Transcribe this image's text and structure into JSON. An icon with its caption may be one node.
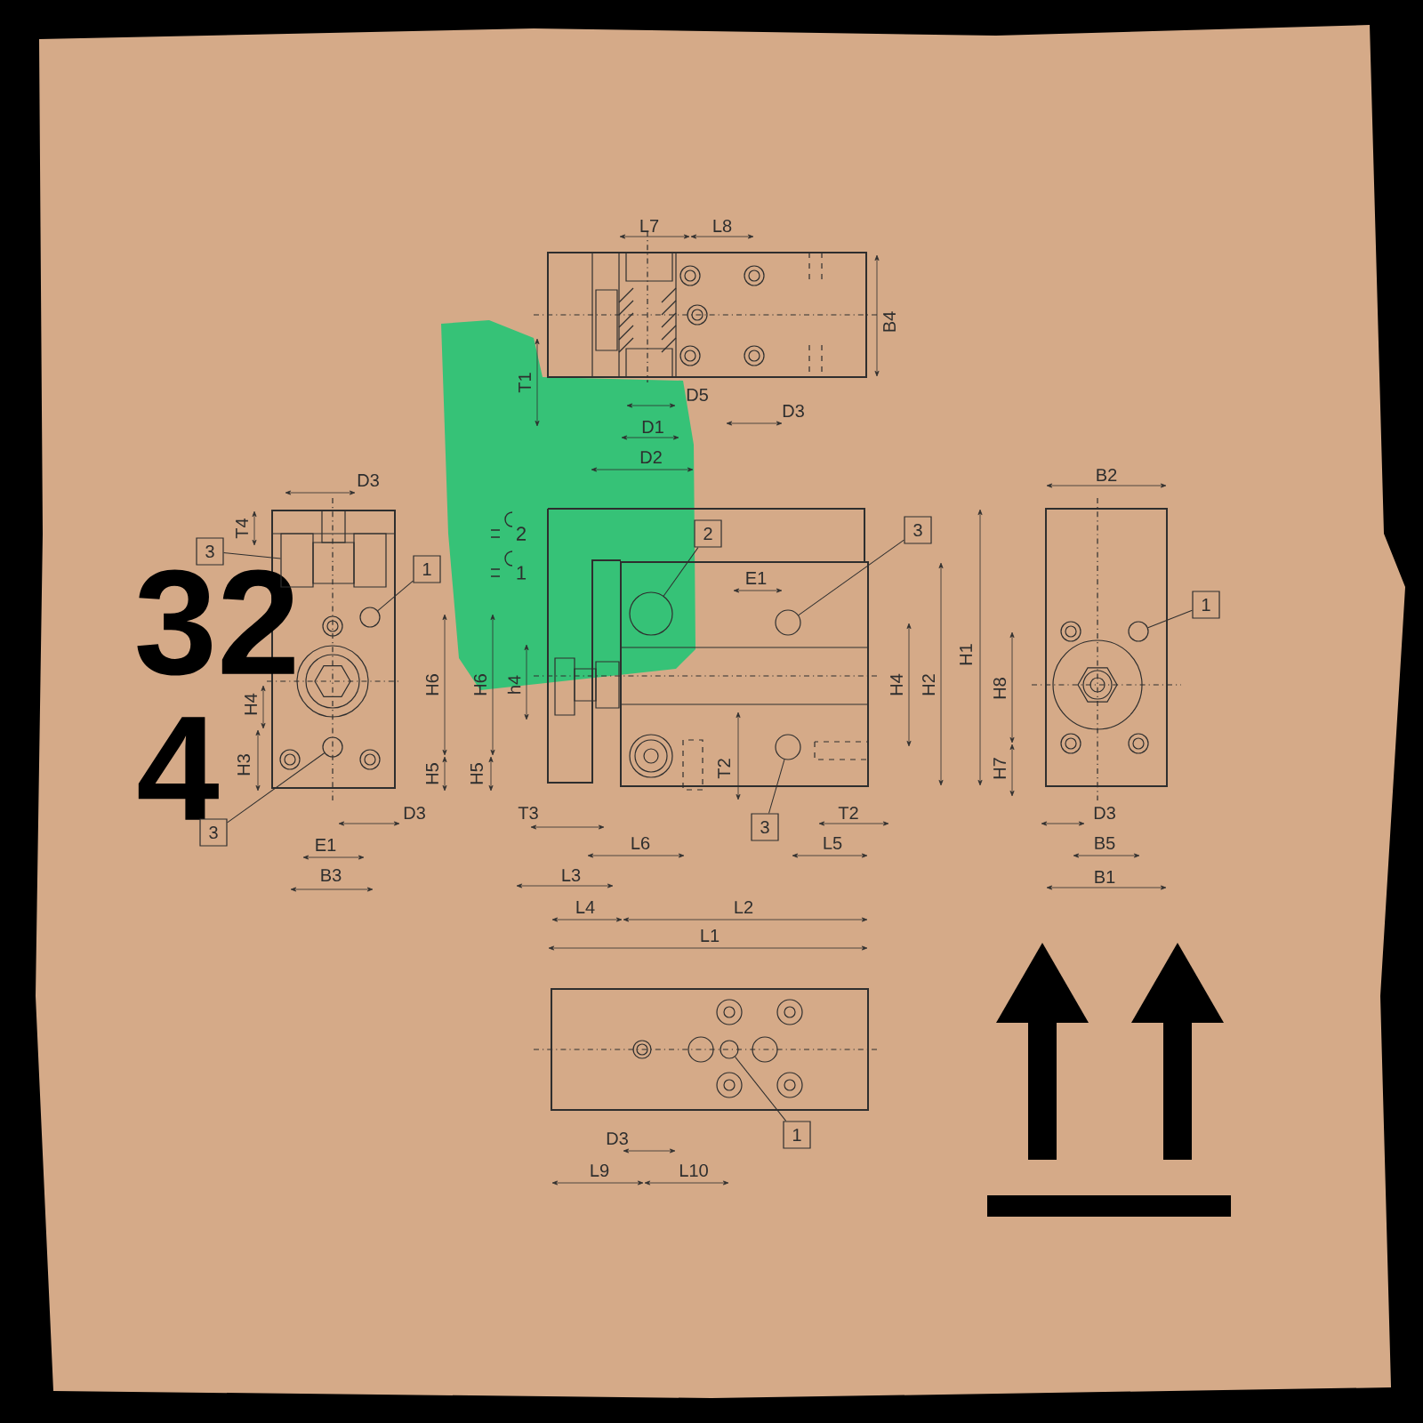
{
  "diagram": {
    "nodes": [
      {
        "text": [
          "3"
        ]
      },
      {
        "text": [
          "1"
        ]
      },
      {
        "text": [
          "3"
        ]
      },
      {
        "text": [
          "2"
        ]
      },
      {
        "text": [
          "3"
        ]
      },
      {
        "text": [
          "3"
        ]
      },
      {
        "text": [
          "1"
        ]
      },
      {
        "text": [
          "1"
        ]
      },
      {
        "text": [],
        "shape": "box"
      },
      {
        "text": [],
        "shape": "circle"
      },
      {
        "text": [],
        "shape": "circle"
      },
      {
        "text": [],
        "shape": "circle"
      },
      {
        "text": [],
        "shape": "circle"
      },
      {
        "text": [],
        "shape": "circle"
      },
      {
        "text": [],
        "shape": "circle"
      },
      {
        "text": [],
        "shape": "circle"
      }
    ],
    "edges": [
      {
        "from": 0,
        "to": 8,
        "arrow": "none"
      },
      {
        "from": 1,
        "to": 9,
        "arrow": "none"
      },
      {
        "from": 2,
        "to": 10,
        "arrow": "none"
      },
      {
        "from": 3,
        "to": 11,
        "arrow": "none"
      },
      {
        "from": 4,
        "to": 12,
        "arrow": "none"
      },
      {
        "from": 5,
        "to": 13,
        "arrow": "none"
      },
      {
        "from": 6,
        "to": 14,
        "arrow": "none"
      },
      {
        "from": 7,
        "to": 15,
        "arrow": "none"
      }
    ],
    "labels": [
      "L7",
      "L8",
      "B4",
      "T1",
      "D5",
      "D1",
      "D3",
      "D2",
      "D3",
      "T4",
      "32",
      "H4",
      "H6",
      "4",
      "H3",
      "H5",
      "D3",
      "E1",
      "B3",
      "2",
      "1",
      "H6",
      "h4",
      "H5",
      "E1",
      "T2",
      "H4",
      "H2",
      "T3",
      "L6",
      "T2",
      "L5",
      "L3",
      "L4",
      "L2",
      "L1",
      "B2",
      "H1",
      "H8",
      "H7",
      "D3",
      "B5",
      "B1",
      "D3",
      "L9",
      "L10"
    ]
  }
}
